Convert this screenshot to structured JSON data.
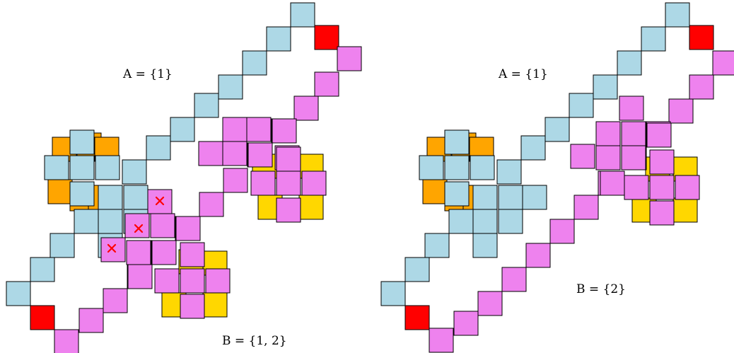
{
  "colors": {
    "path_blue": "#add8e6",
    "path_violet": "#ee82ee",
    "endpoint_red": "#ff0000",
    "cluster_orange": "#ffa500",
    "cluster_gold": "#ffd700",
    "outline": "#000000",
    "marker_red": "#ff0000"
  },
  "panels": [
    {
      "name": "left",
      "label_a": "A = {1}",
      "label_b": "B = {1, 2}",
      "markers": 3
    },
    {
      "name": "right",
      "label_a": "A = {1}",
      "label_b": "B = {2}",
      "markers": 0
    }
  ]
}
